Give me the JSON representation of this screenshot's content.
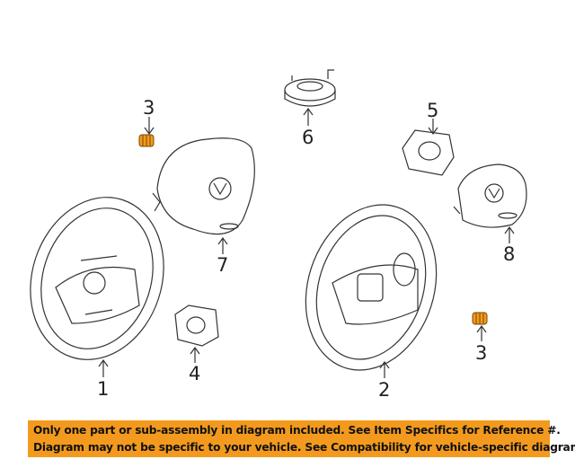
{
  "diagram": {
    "callouts": [
      {
        "id": "callout-1",
        "label": "1"
      },
      {
        "id": "callout-2",
        "label": "2"
      },
      {
        "id": "callout-3a",
        "label": "3"
      },
      {
        "id": "callout-3b",
        "label": "3"
      },
      {
        "id": "callout-4",
        "label": "4"
      },
      {
        "id": "callout-5",
        "label": "5"
      },
      {
        "id": "callout-6",
        "label": "6"
      },
      {
        "id": "callout-7",
        "label": "7"
      },
      {
        "id": "callout-8",
        "label": "8"
      }
    ],
    "colors": {
      "highlight_part": "#f39a1e",
      "banner": "#f39a1e",
      "line": "#333333"
    }
  },
  "banner": {
    "line1": "Only one part or sub-assembly in diagram included. See Item Specifics for Reference #.",
    "line2": "Diagram may not be specific to your vehicle. See Compatibility for vehicle-specific diagrams."
  }
}
